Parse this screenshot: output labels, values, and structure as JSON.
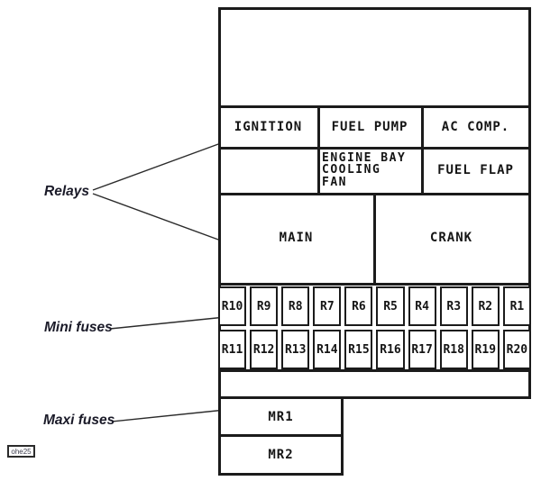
{
  "callouts": {
    "relays": "Relays",
    "mini_fuses": "Mini fuses",
    "maxi_fuses": "Maxi fuses"
  },
  "ref_code": "ohe25",
  "relays": {
    "row1": {
      "ignition": "IGNITION",
      "fuel_pump": "FUEL PUMP",
      "ac_comp": "AC COMP."
    },
    "row2": {
      "cooling_fan_lines": [
        "ENGINE BAY",
        "COOLING",
        "FAN"
      ],
      "fuel_flap": "FUEL FLAP"
    },
    "row3": {
      "main": "MAIN",
      "crank": "CRANK"
    }
  },
  "mini_fuses": {
    "row1": [
      "R10",
      "R9",
      "R8",
      "R7",
      "R6",
      "R5",
      "R4",
      "R3",
      "R2",
      "R1"
    ],
    "row2": [
      "R11",
      "R12",
      "R13",
      "R14",
      "R15",
      "R16",
      "R17",
      "R18",
      "R19",
      "R20"
    ]
  },
  "maxi_fuses": [
    "MR1",
    "MR2"
  ],
  "colors": {
    "line": "#1b1b1b",
    "text": "#151515",
    "label": "#1a1a28"
  }
}
